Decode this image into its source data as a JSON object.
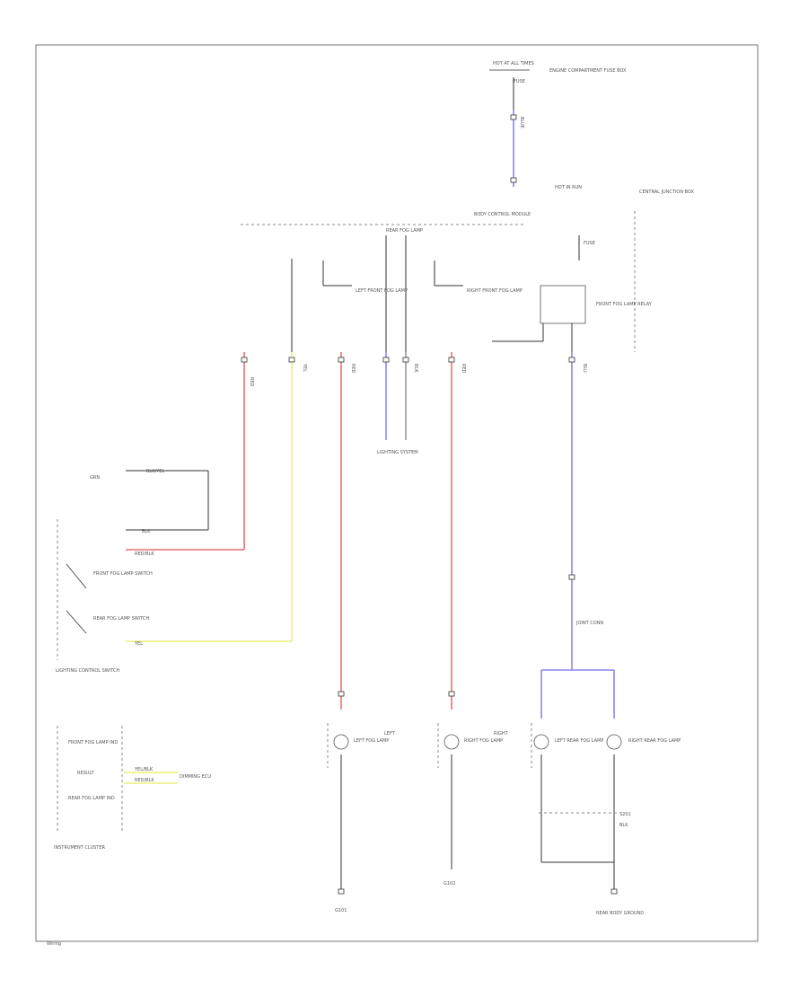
{
  "title": "",
  "colors": {
    "red": "#ef6f6f",
    "yellow": "#eef07a",
    "blue": "#8a86f0",
    "black": "#333333",
    "grey": "#999999",
    "background": "#ffffff"
  },
  "labels": {
    "top_fuse": "HOT AT ALL TIMES",
    "top_fuse_note": "FUSE",
    "top_fuse_box": "ENGINE COMPARTMENT FUSE BOX",
    "wire_top": "BLUE",
    "hot_run": "HOT IN RUN",
    "body_ecu": "BODY CONTROL MODULE",
    "central_box": "CENTRAL JUNCTION BOX",
    "relay_fuse": "FUSE",
    "relay_name": "FRONT FOG LAMP RELAY",
    "ctrl_a": "LEFT FRONT FOG LAMP",
    "ctrl_b": "RIGHT FRONT FOG LAMP",
    "ctrl_c": "REAR FOG LAMP",
    "wire_red1": "RED",
    "wire_yel": "YEL",
    "wire_red2": "RED",
    "wire_blk": "BLK",
    "wire_red3": "RED",
    "wire_blu": "BLU",
    "sw_ground": "GRN",
    "lighting_sw_a": "FRONT FOG LAMP SWITCH",
    "lighting_sw_b": "REAR FOG LAMP SWITCH",
    "sw_wire_1": "BLK/YEL",
    "sw_wire_2": "BLK",
    "sw_wire_3": "RED/BLK",
    "sw_wire_4": "YEL",
    "lighting_control": "LIGHTING CONTROL SWITCH",
    "other_system": "LIGHTING SYSTEM",
    "cluster_a": "FRONT FOG LAMP IND",
    "cluster_b": "REAR FOG LAMP IND",
    "cluster_c": "RESULT",
    "cluster_w1": "YEL/BLK",
    "cluster_w2": "RED/BLK",
    "cluster_dest": "DIMMING ECU",
    "instrument_cluster": "INSTRUMENT CLUSTER",
    "lamp1": "LEFT FOG LAMP",
    "lamp1_side": "LEFT",
    "lamp2": "RIGHT FOG LAMP",
    "lamp2_side": "RIGHT",
    "lamp3": "LEFT REAR FOG LAMP",
    "lamp4": "RIGHT REAR FOG LAMP",
    "joint": "JOINT CONN",
    "gnd_1": "G101",
    "gnd_2": "G102",
    "gnd_3": "REAR BODY GROUND",
    "splice": "S201",
    "blk_label": "BLK",
    "footer": "Wiring"
  }
}
